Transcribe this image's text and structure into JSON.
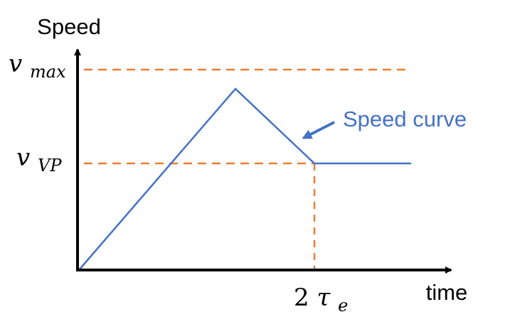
{
  "diagram": {
    "y_axis_label": "Speed",
    "x_axis_label": "time",
    "vmax_label": {
      "base": "v",
      "sub": "max"
    },
    "vvp_label": {
      "base": "v",
      "sub": "VP"
    },
    "time_marker_label": {
      "prefix": "2",
      "base": "τ",
      "sub": "e"
    },
    "curve_label": "Speed curve",
    "colors": {
      "axis": "#000000",
      "curve": "#4472C4",
      "reference_lines": "#ED7D31",
      "curve_label": "#4472C4"
    }
  }
}
